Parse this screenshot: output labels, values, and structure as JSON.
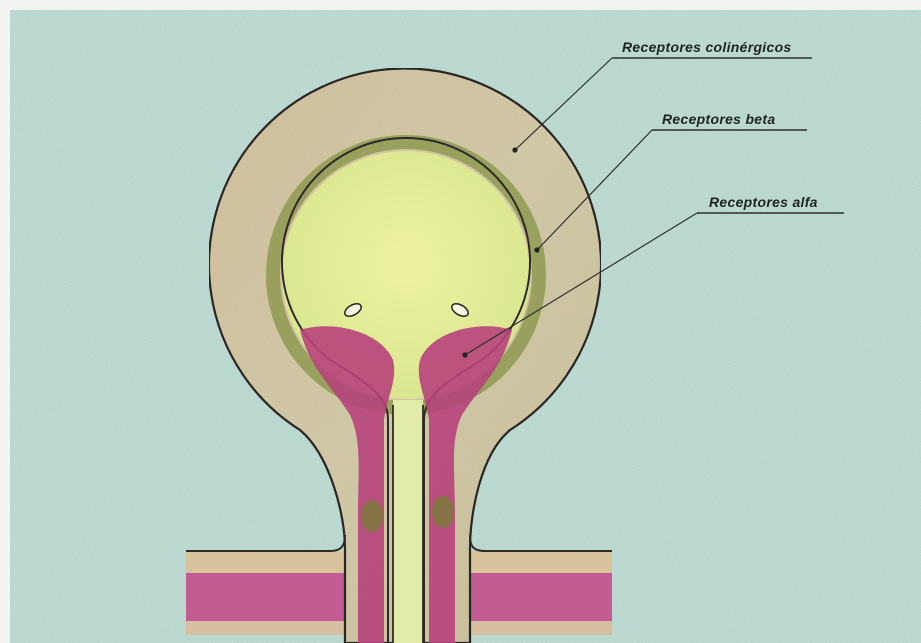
{
  "labels": {
    "colinergicos": "Receptores colinérgicos",
    "beta": "Receptores beta",
    "alfa": "Receptores alfa"
  },
  "colors": {
    "background_sheet": "#c3e2d9",
    "bladder_wall": "#d7ccab",
    "wall_outline": "#2f2a2a",
    "lumen": "#e0ec9a",
    "beta_layer": "#8f9a52",
    "alfa_tissue": "#b43c78",
    "urethra_lumen": "#e3eba9",
    "ganglion": "#7c7a3c"
  }
}
